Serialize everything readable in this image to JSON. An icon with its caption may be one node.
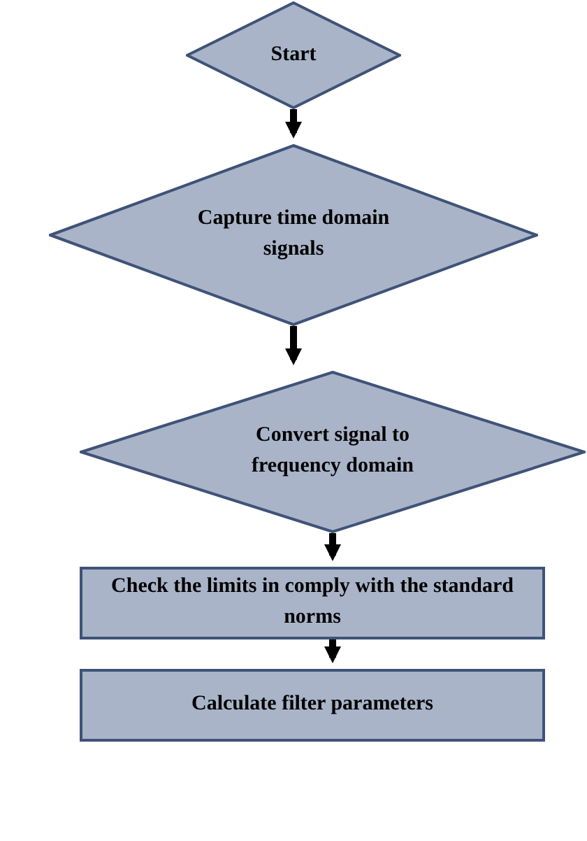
{
  "diagram": {
    "nodes": [
      {
        "text": [
          "Start"
        ]
      },
      {
        "text": [
          "Capture time domain signals"
        ]
      },
      {
        "text": [
          "Convert signal to frequency domain"
        ]
      },
      {
        "text": [
          "Check the limits in comply with the standard norms"
        ]
      },
      {
        "text": [
          "Calculate filter parameters"
        ]
      }
    ],
    "edges": [
      {
        "from": 0,
        "to": 1,
        "arrow": "to"
      },
      {
        "from": 1,
        "to": 2,
        "arrow": "to"
      },
      {
        "from": 2,
        "to": 3,
        "arrow": "to"
      },
      {
        "from": 3,
        "to": 4,
        "arrow": "to"
      }
    ]
  }
}
